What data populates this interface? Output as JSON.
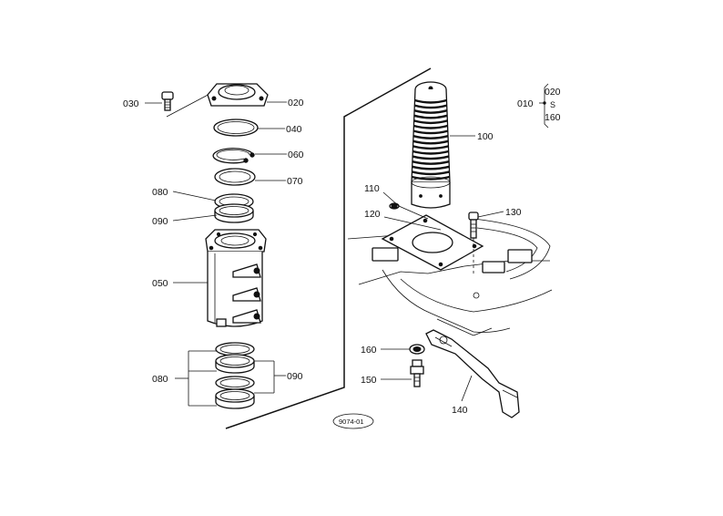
{
  "callouts": {
    "c030": "030",
    "c020": "020",
    "c040": "040",
    "c060": "060",
    "c070": "070",
    "c080_top": "080",
    "c090_top": "090",
    "c050": "050",
    "c080_bottom": "080",
    "c090_bottom": "090",
    "c100": "100",
    "c110": "110",
    "c120": "120",
    "c130": "130",
    "c160": "160",
    "c150": "150",
    "c140": "140"
  },
  "assembly_key": {
    "main": "010",
    "from": "020",
    "range": "S",
    "to": "160"
  },
  "drawing_id": "9074-01"
}
